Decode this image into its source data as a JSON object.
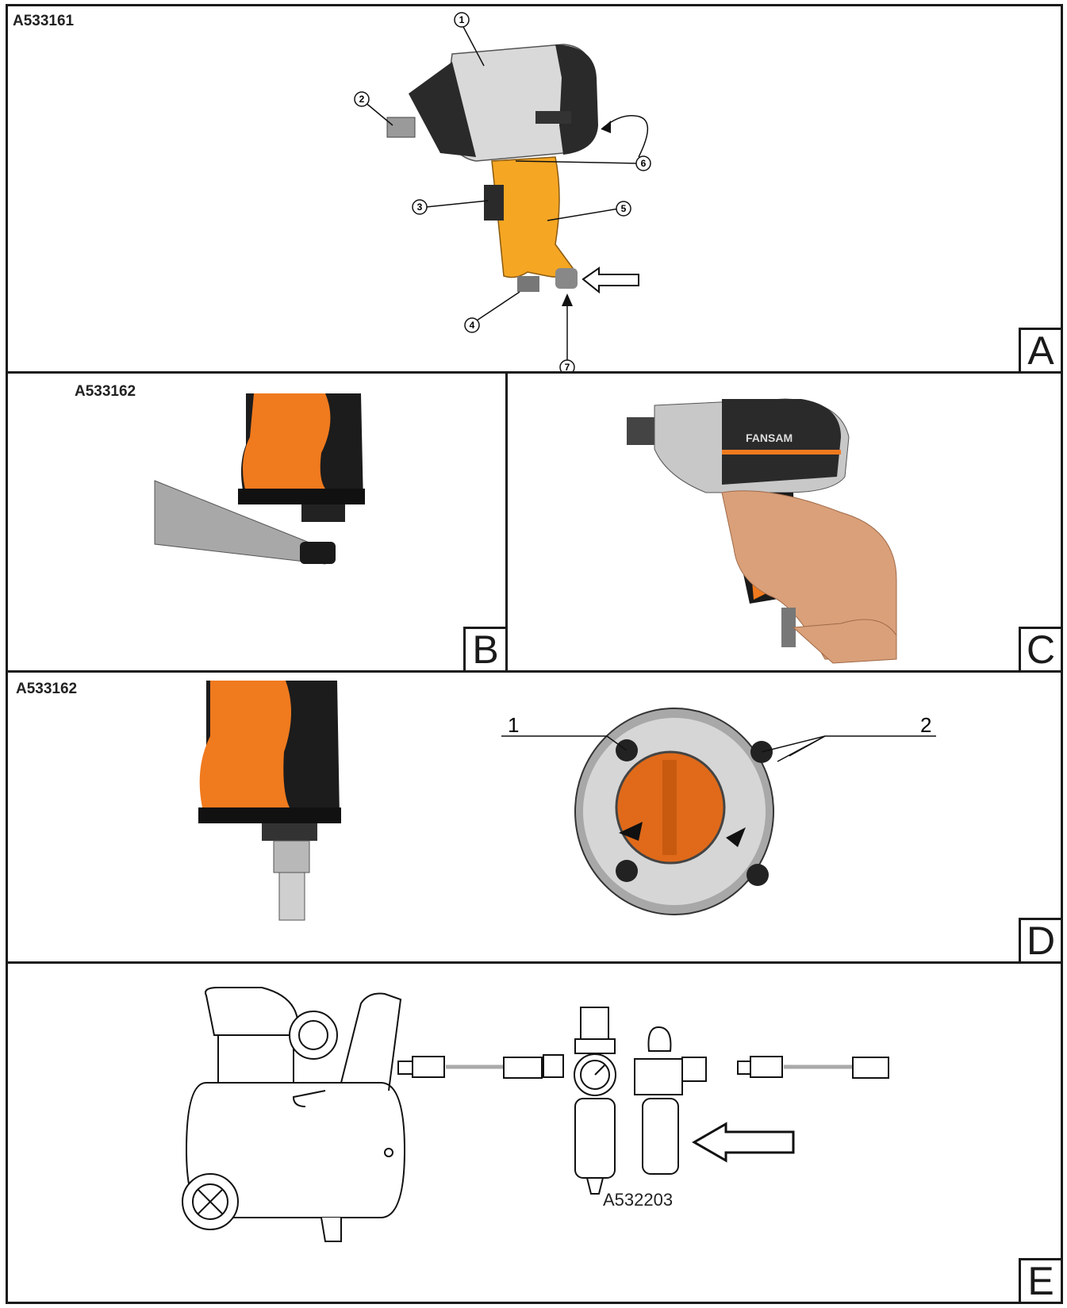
{
  "panels": {
    "a": {
      "letter": "A",
      "code": "A533161",
      "callouts": [
        "1",
        "2",
        "3",
        "4",
        "5",
        "6",
        "7"
      ]
    },
    "b": {
      "letter": "B",
      "code": "A533162"
    },
    "c": {
      "letter": "C",
      "brand": "FANSAM"
    },
    "d": {
      "letter": "D",
      "code": "A533162",
      "label_1": "1",
      "label_2": "2"
    },
    "e": {
      "letter": "E",
      "model": "A532203"
    }
  },
  "colors": {
    "orange": "#f07a1e",
    "yellow_grip": "#f5a623",
    "black": "#1a1a1a",
    "chrome": "#c8c8c8"
  }
}
